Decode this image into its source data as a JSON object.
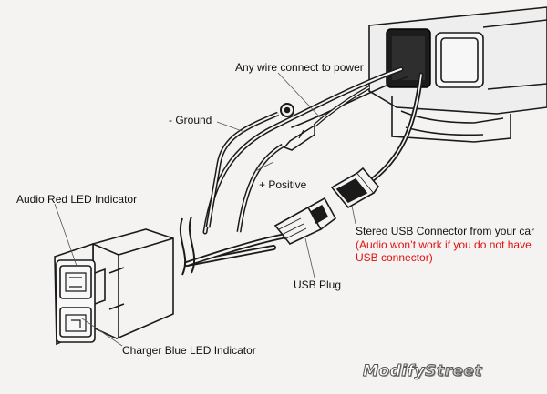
{
  "labels": {
    "power": "Any wire connect to power",
    "ground": "- Ground",
    "positive": "+ Positive",
    "audio_led": "Audio Red LED Indicator",
    "stereo_usb": "Stereo USB Connector from your car",
    "warning_line1": "(Audio won’t work if you do not have",
    "warning_line2": "USB connector)",
    "usb_plug": "USB Plug",
    "charger_led": "Charger Blue LED Indicator"
  },
  "logo": {
    "part1": "Modify",
    "part2": "Street"
  },
  "colors": {
    "warning": "#e01010",
    "line": "#1a1a1a",
    "background": "#f4f3f2"
  }
}
